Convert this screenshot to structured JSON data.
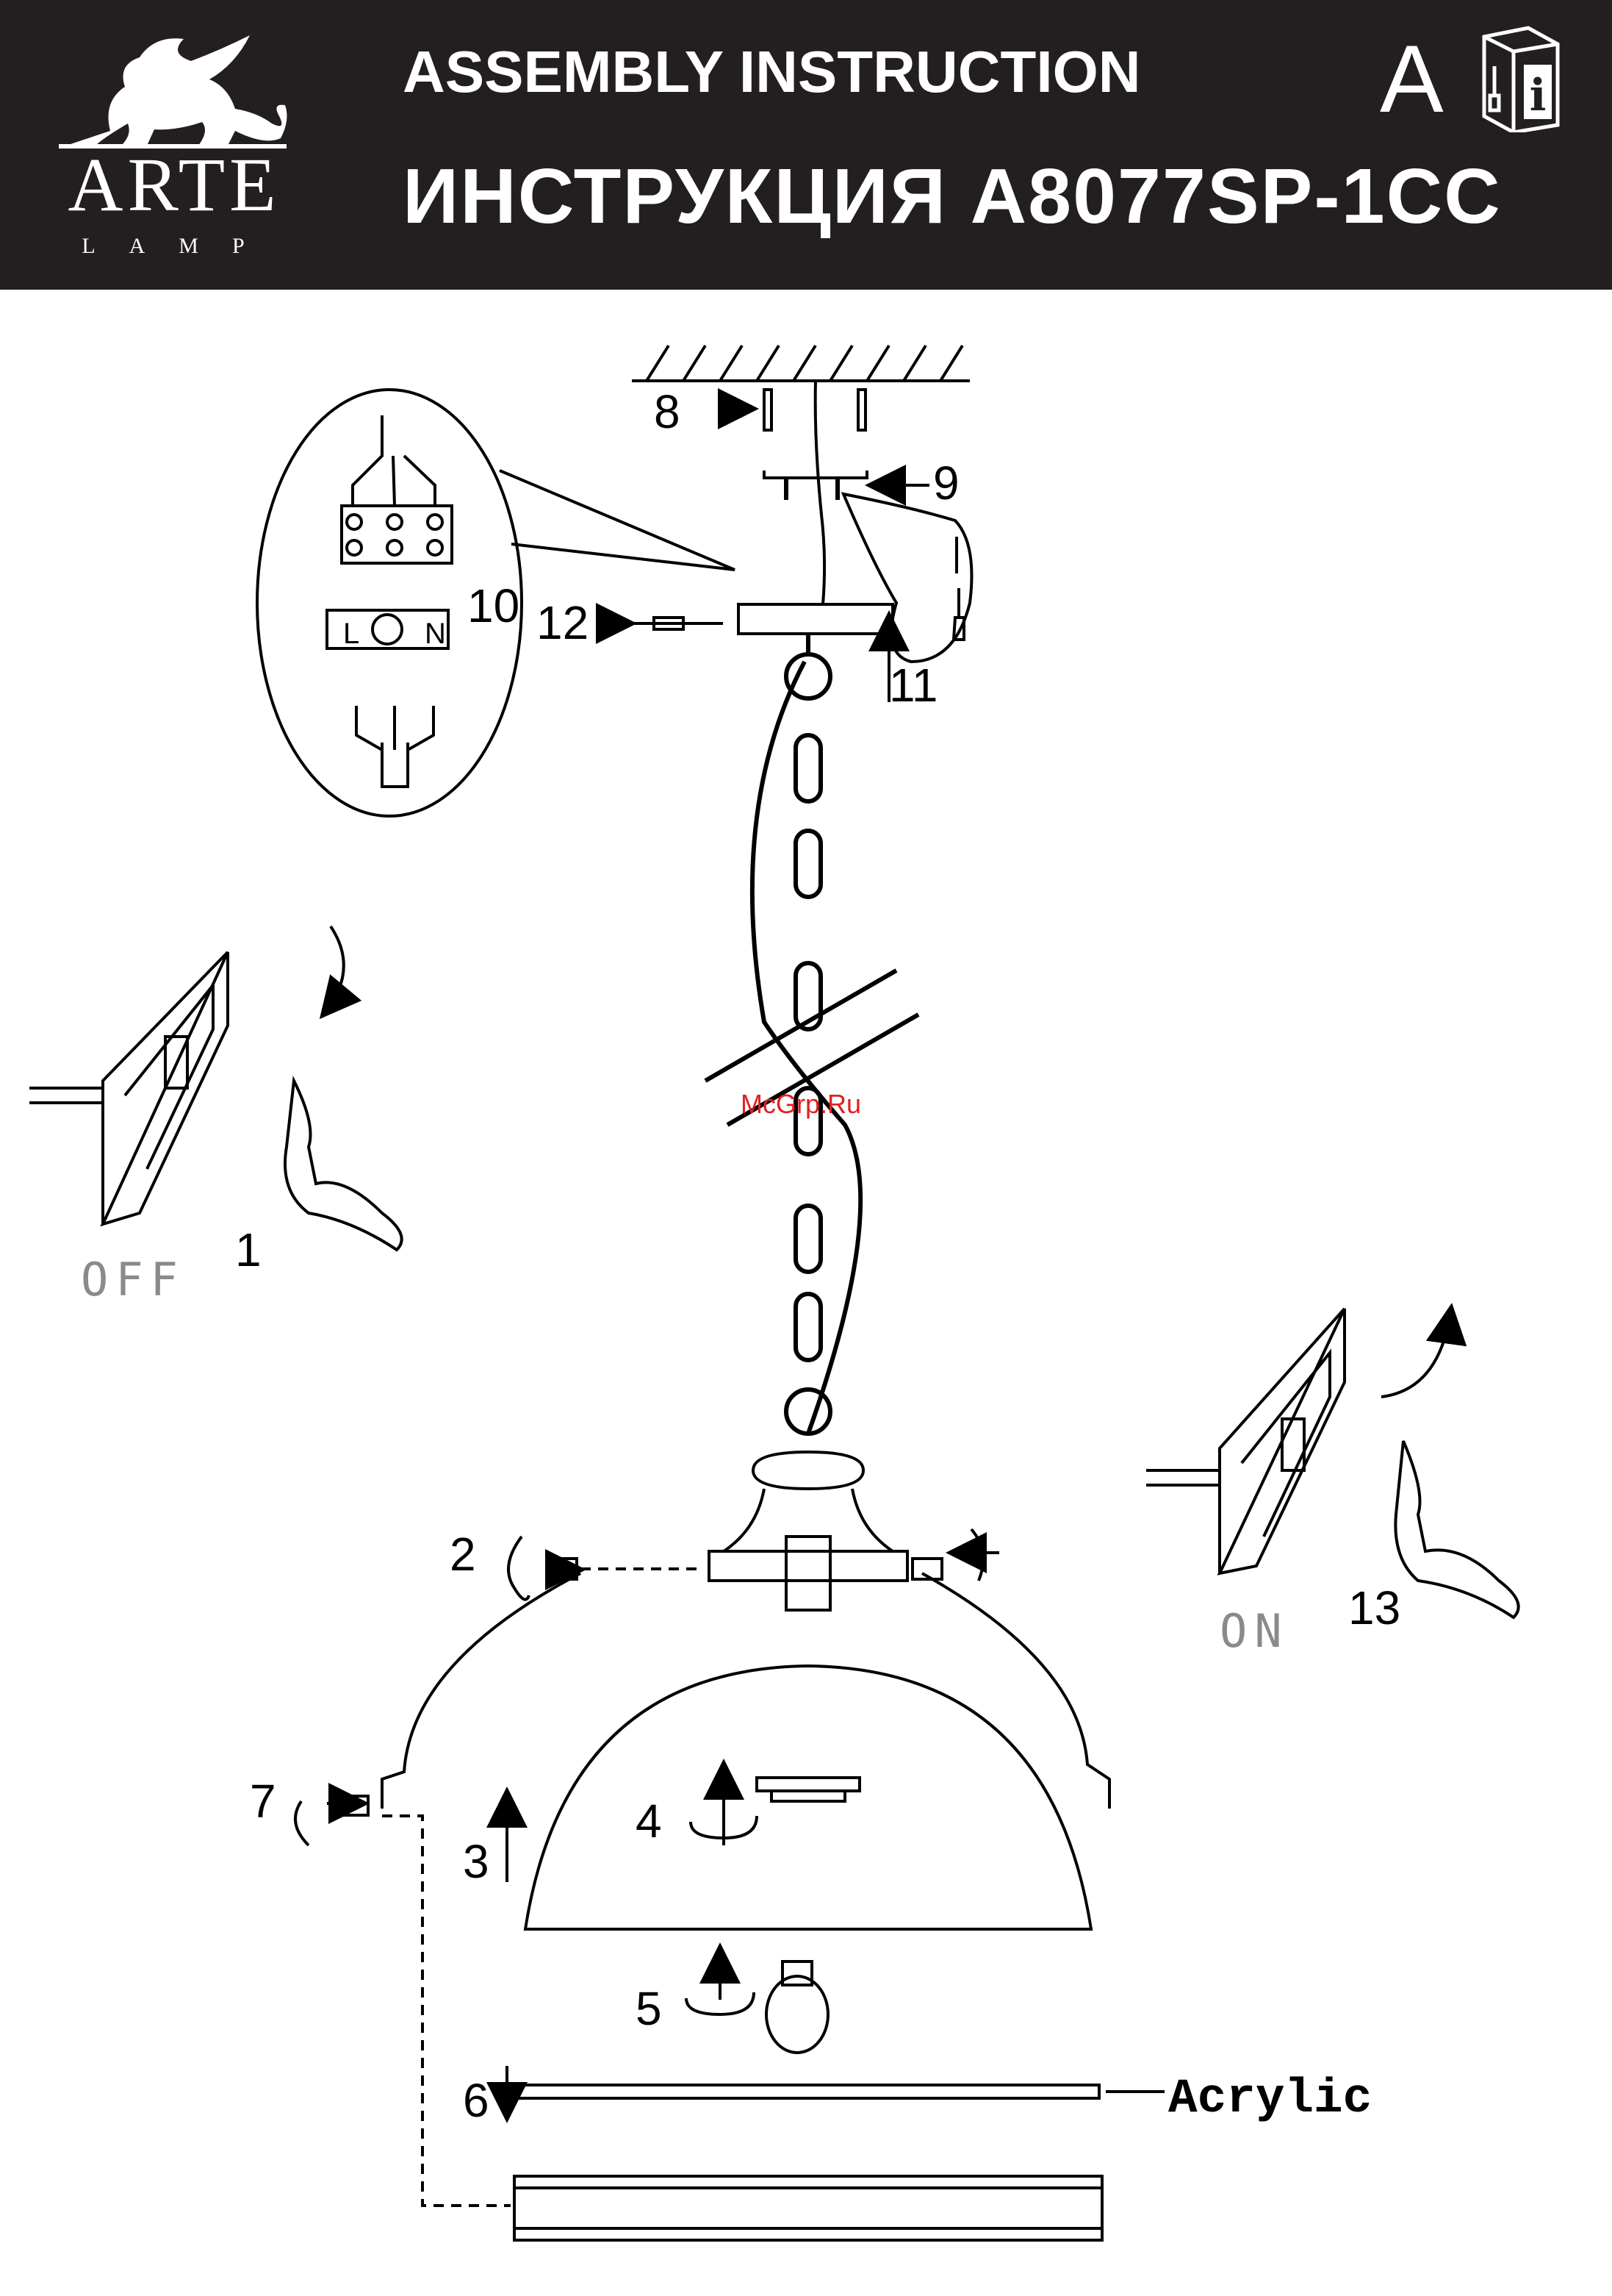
{
  "brand": {
    "name": "ARTE",
    "sub": "LAMP"
  },
  "title": {
    "en": "ASSEMBLY INSTRUCTION",
    "ru": "ИНСТРУКЦИЯ A8077SP-1CC"
  },
  "badge": "A",
  "steps": [
    "1",
    "2",
    "3",
    "4",
    "5",
    "6",
    "7",
    "8",
    "9",
    "10",
    "11",
    "12",
    "13"
  ],
  "switch_labels": {
    "off": "OFF",
    "on": "ON"
  },
  "material_label": "Acrylic",
  "watermark": "McGrp.Ru",
  "wiring": {
    "l": "L",
    "n": "N"
  },
  "colors": {
    "header": "#231f20",
    "watermark": "#e02020"
  }
}
